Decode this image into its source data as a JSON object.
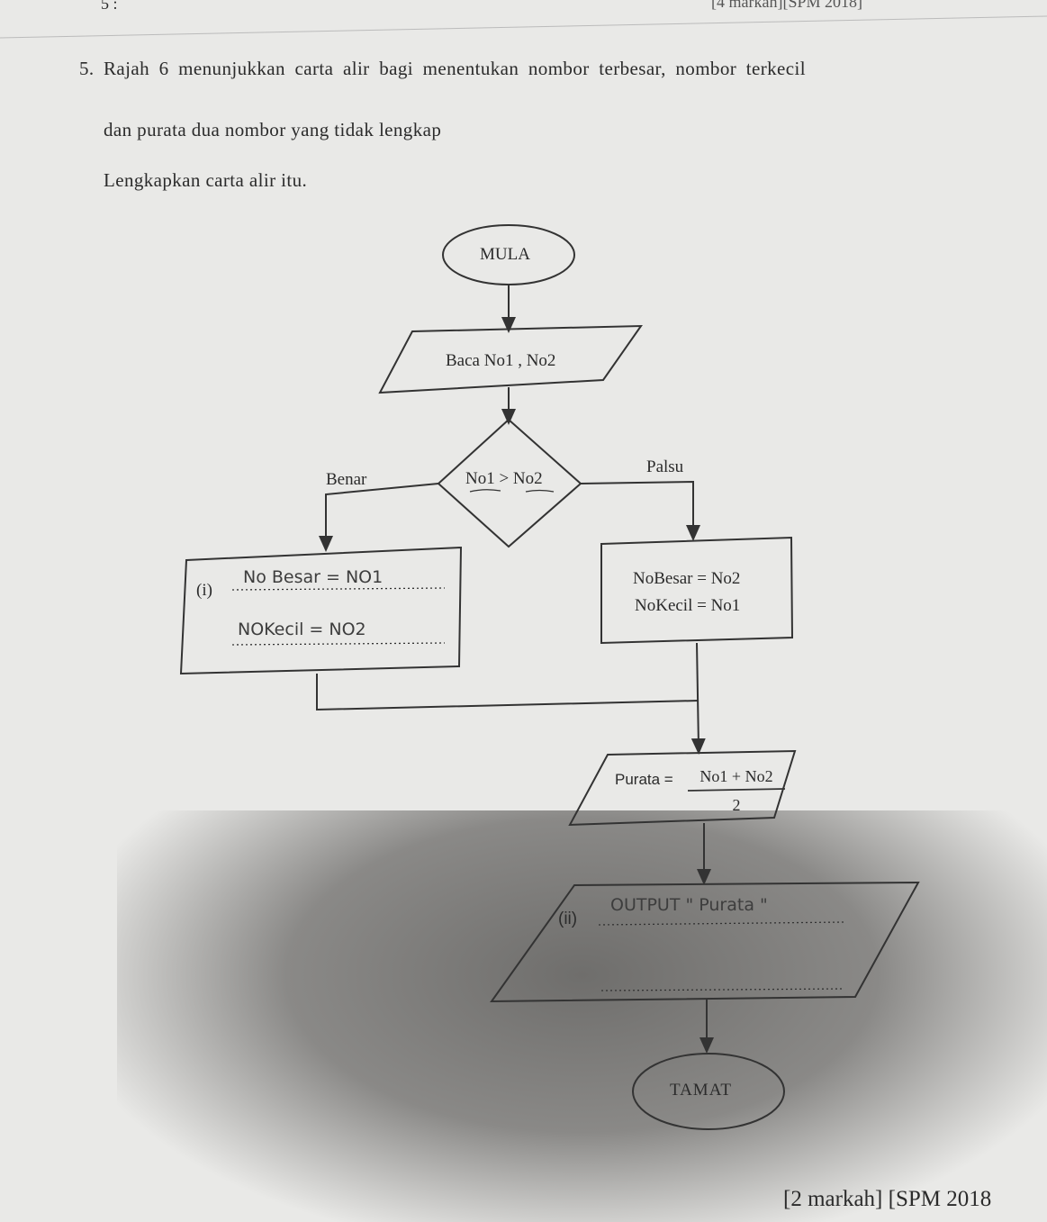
{
  "header": {
    "corner_left": "5 :",
    "corner_right": "[4 markah][SPM 2018]"
  },
  "question": {
    "number": "5.",
    "line1": "Rajah 6 menunjukkan carta alir bagi menentukan nombor terbesar, nombor terkecil",
    "line2": "dan purata dua nombor yang tidak lengkap",
    "line3": "Lengkapkan carta alir itu."
  },
  "flowchart": {
    "start": "MULA",
    "input": "Baca No1 , No2",
    "decision": "No1 > No2",
    "branch_true": "Benar",
    "branch_false": "Palsu",
    "blank_i": {
      "label": "(i)",
      "answer_line1": "No Besar = NO1",
      "answer_line2": "NOKecil = NO2"
    },
    "false_process": {
      "line1": "NoBesar = No2",
      "line2": "NoKecil = No1"
    },
    "average": {
      "lhs": "Purata =",
      "numerator": "No1 + No2",
      "denominator": "2"
    },
    "blank_ii": {
      "label": "(ii)",
      "answer": "OUTPUT \" Purata \""
    },
    "end": "TAMAT"
  },
  "footer": {
    "marks": "[2 markah] [SPM 2018"
  }
}
